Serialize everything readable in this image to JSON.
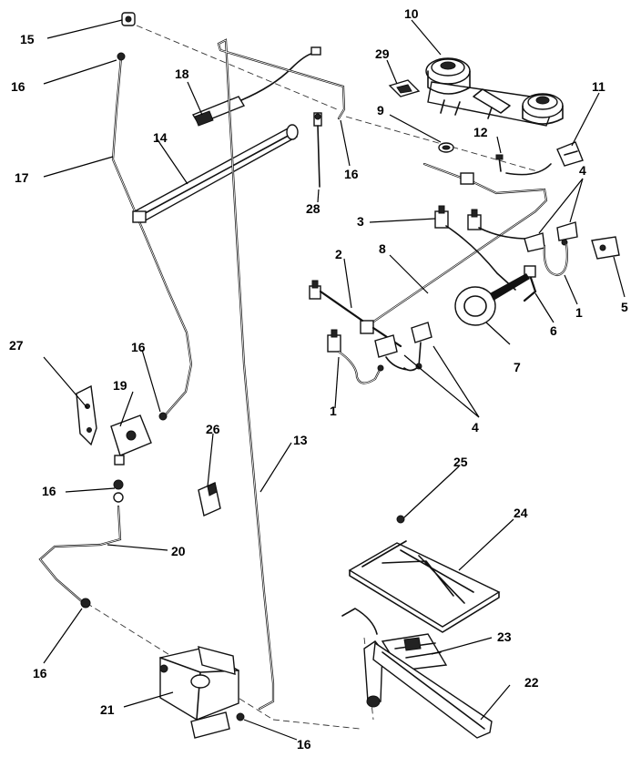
{
  "callouts": {
    "c1a": "1",
    "c1b": "1",
    "c2": "2",
    "c3": "3",
    "c4a": "4",
    "c4b": "4",
    "c5": "5",
    "c6": "6",
    "c7": "7",
    "c8": "8",
    "c9": "9",
    "c10": "10",
    "c11": "11",
    "c12": "12",
    "c13": "13",
    "c14": "14",
    "c15": "15",
    "c16a": "16",
    "c16b": "16",
    "c16c": "16",
    "c16d": "16",
    "c16e": "16",
    "c16f": "16",
    "c17": "17",
    "c18": "18",
    "c19": "19",
    "c20": "20",
    "c21": "21",
    "c22": "22",
    "c23": "23",
    "c24": "24",
    "c25": "25",
    "c26": "26",
    "c27": "27",
    "c28": "28",
    "c29": "29"
  }
}
